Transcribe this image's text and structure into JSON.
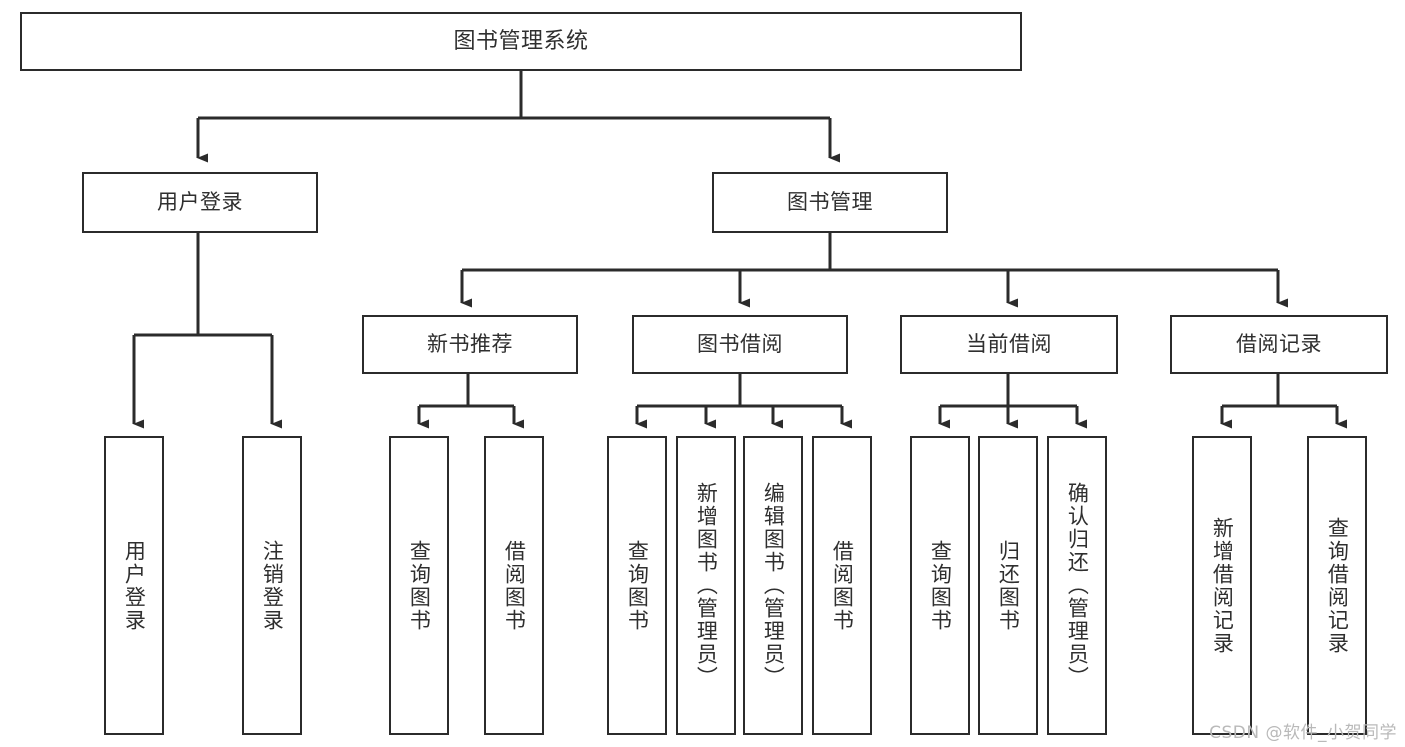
{
  "diagram": {
    "title": "图书管理系统",
    "type": "tree-hierarchy-chart",
    "orientation": "top-down",
    "watermark": "CSDN @软件_小贺同学",
    "colors": {
      "stroke": "#2b2b2b",
      "fill": "#ffffff",
      "text": "#2f2f2f",
      "watermark": "#b9b9b9"
    },
    "nodes": {
      "root": {
        "label": "图书管理系统"
      },
      "level2": [
        {
          "id": "user-login",
          "label": "用户登录"
        },
        {
          "id": "book-management",
          "label": "图书管理"
        }
      ],
      "level3": [
        {
          "id": "new-book-recommend",
          "label": "新书推荐"
        },
        {
          "id": "book-borrow",
          "label": "图书借阅"
        },
        {
          "id": "current-borrow",
          "label": "当前借阅"
        },
        {
          "id": "borrow-record",
          "label": "借阅记录"
        }
      ],
      "leaves": {
        "user-login": [
          {
            "id": "leaf-user-login",
            "label": "用户登录"
          },
          {
            "id": "leaf-logout",
            "label": "注销登录"
          }
        ],
        "new-book-recommend": [
          {
            "id": "leaf-query-book-1",
            "label": "查询图书"
          },
          {
            "id": "leaf-borrow-book-1",
            "label": "借阅图书"
          }
        ],
        "book-borrow": [
          {
            "id": "leaf-query-book-2",
            "label": "查询图书"
          },
          {
            "id": "leaf-add-book",
            "label": "新增图书（管理员）"
          },
          {
            "id": "leaf-edit-book",
            "label": "编辑图书（管理员）"
          },
          {
            "id": "leaf-borrow-book-2",
            "label": "借阅图书"
          }
        ],
        "current-borrow": [
          {
            "id": "leaf-query-book-3",
            "label": "查询图书"
          },
          {
            "id": "leaf-return-book",
            "label": "归还图书"
          },
          {
            "id": "leaf-confirm-return",
            "label": "确认归还（管理员）"
          }
        ],
        "borrow-record": [
          {
            "id": "leaf-add-record",
            "label": "新增借阅记录"
          },
          {
            "id": "leaf-query-record",
            "label": "查询借阅记录"
          }
        ]
      }
    }
  }
}
